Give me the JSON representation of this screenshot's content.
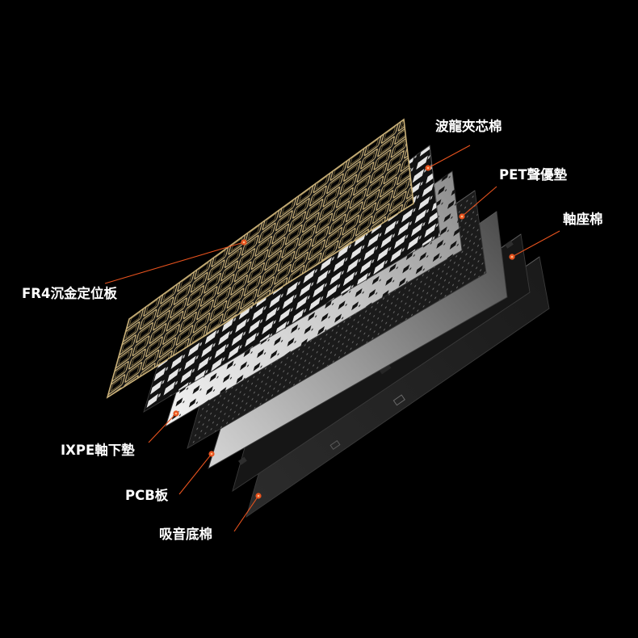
{
  "colors": {
    "background": "#000000",
    "leader": "#e8531e",
    "label": "#ffffff",
    "plate_gold": "#c9b078"
  },
  "labels": [
    {
      "text": "波龍夾芯棉"
    },
    {
      "text": "PET聲優墊"
    },
    {
      "text": "軸座棉"
    },
    {
      "text": "FR4沉金定位板"
    },
    {
      "text": "IXPE軸下墊"
    },
    {
      "text": "PCB板"
    },
    {
      "text": "吸音底棉"
    }
  ]
}
